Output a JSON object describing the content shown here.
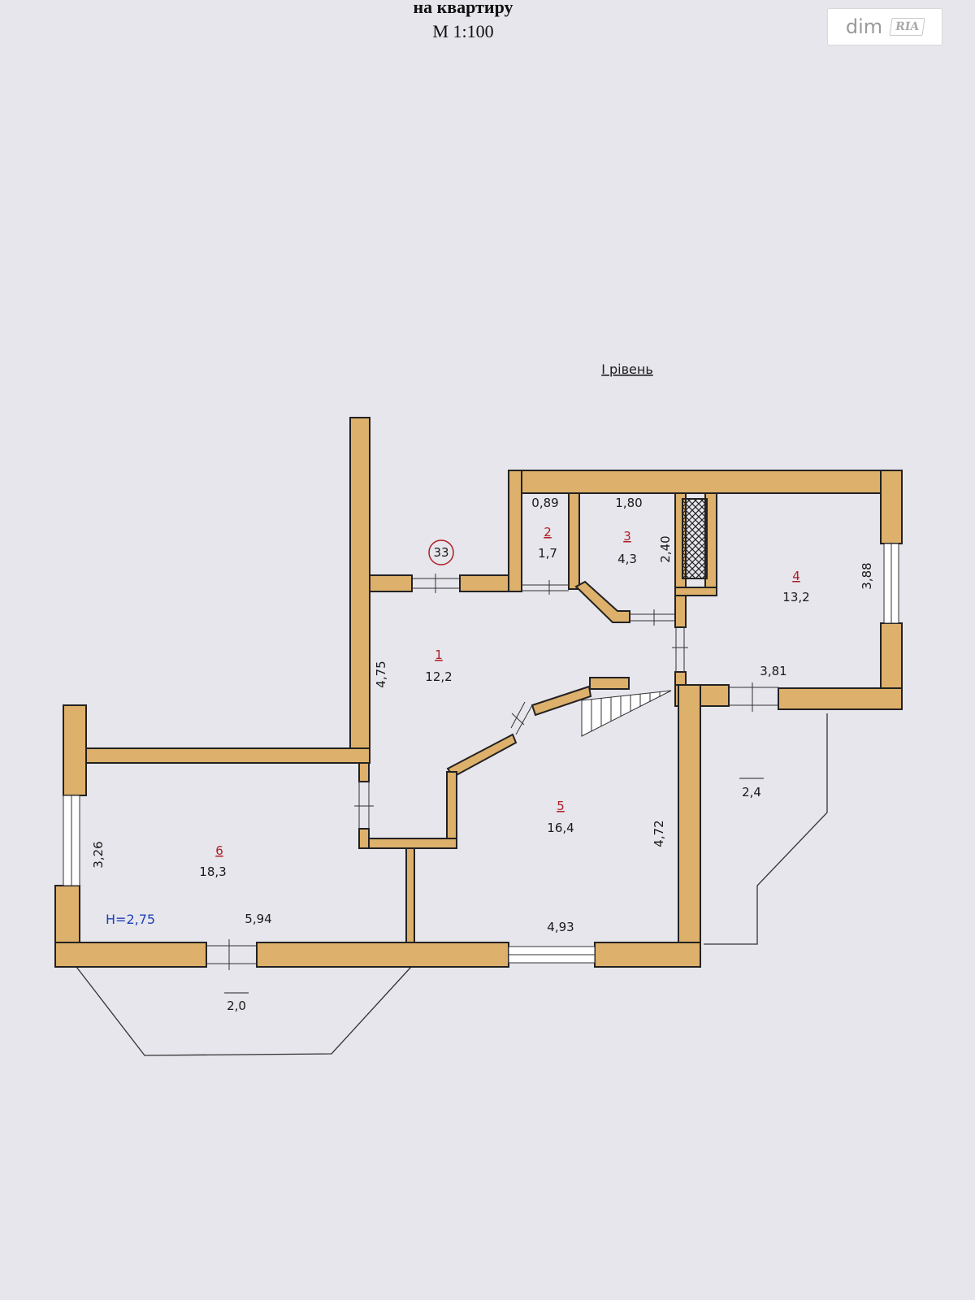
{
  "document": {
    "title": "на квартиру",
    "scale": "М 1:100",
    "level": "І рівень",
    "height_note": "Н=2,75"
  },
  "badge": {
    "brand": "dim",
    "ria": "RIA"
  },
  "marker": "33",
  "rooms": [
    {
      "number": "1",
      "area": "12,2"
    },
    {
      "number": "2",
      "area": "1,7"
    },
    {
      "number": "3",
      "area": "4,3"
    },
    {
      "number": "4",
      "area": "13,2"
    },
    {
      "number": "5",
      "area": "16,4"
    },
    {
      "number": "6",
      "area": "18,3"
    }
  ],
  "balconies": [
    "2,0",
    "2,4"
  ],
  "dimensions": {
    "d089": "0,89",
    "d180": "1,80",
    "d240": "2,40",
    "d388": "3,88",
    "d381": "3,81",
    "d475": "4,75",
    "d472": "4,72",
    "d326": "3,26",
    "d594": "5,94",
    "d493": "4,93"
  },
  "colors": {
    "wall": "#ddb06c",
    "paper": "#e6e6ec",
    "room_number": "#b01c24",
    "height_text": "#1f3fb8"
  }
}
